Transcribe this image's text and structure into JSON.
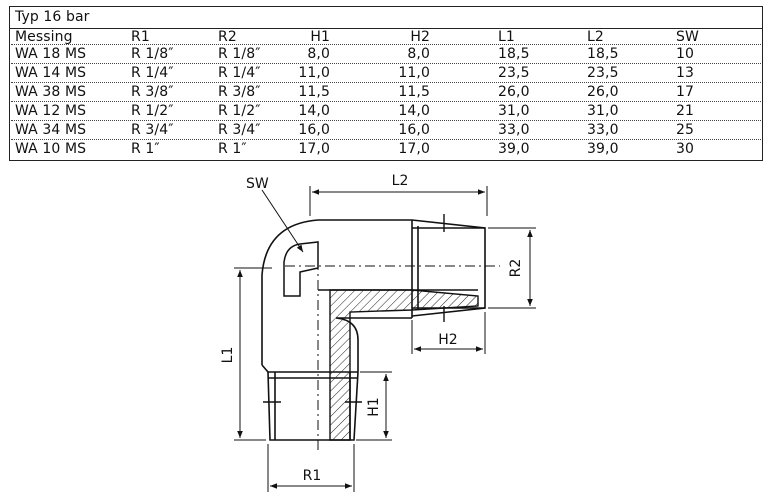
{
  "table": {
    "group_label": "Typ 16 bar",
    "headers": [
      "Messing",
      "R1",
      "R2",
      "H1",
      "H2",
      "L1",
      "L2",
      "SW"
    ],
    "rows": [
      [
        "WA 18 MS",
        "R 1/8″",
        "R 1/8″",
        "8,0",
        "8,0",
        "18,5",
        "18,5",
        "10"
      ],
      [
        "WA 14 MS",
        "R 1/4″",
        "R 1/4″",
        "11,0",
        "11,0",
        "23,5",
        "23,5",
        "13"
      ],
      [
        "WA 38 MS",
        "R 3/8″",
        "R 3/8″",
        "11,5",
        "11,5",
        "26,0",
        "26,0",
        "17"
      ],
      [
        "WA 12 MS",
        "R 1/2″",
        "R 1/2″",
        "14,0",
        "14,0",
        "31,0",
        "31,0",
        "21"
      ],
      [
        "WA 34 MS",
        "R 3/4″",
        "R 3/4″",
        "16,0",
        "16,0",
        "33,0",
        "33,0",
        "25"
      ],
      [
        "WA 10 MS",
        "R 1″",
        "R 1″",
        "17,0",
        "17,0",
        "39,0",
        "39,0",
        "30"
      ]
    ]
  },
  "drawing": {
    "labels": {
      "sw": "SW",
      "l2": "L2",
      "r2": "R2",
      "h2": "H2",
      "l1": "L1",
      "h1": "H1",
      "r1": "R1"
    }
  }
}
